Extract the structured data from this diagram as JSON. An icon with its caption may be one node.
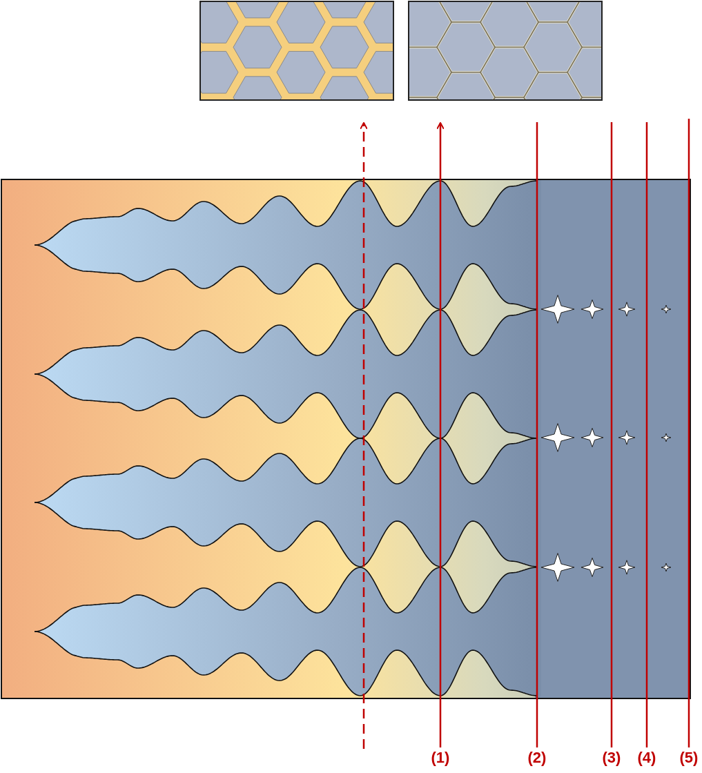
{
  "diagram": {
    "nodes": [
      {
        "text": [],
        "shape": "picture"
      },
      {
        "text": [],
        "shape": "picture"
      },
      {
        "text": [
          "(1)"
        ]
      }
    ],
    "edges": [
      {
        "from": null,
        "to": 0,
        "arrow": "to",
        "style": "dashed"
      },
      {
        "from": 2,
        "to": 1,
        "arrow": "to"
      }
    ],
    "labels": [
      "(2)",
      "(3)",
      "(4)",
      "(5)"
    ]
  }
}
